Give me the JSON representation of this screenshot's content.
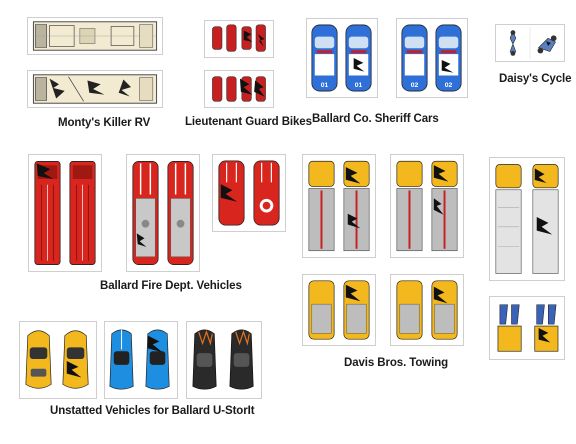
{
  "sheet": {
    "groups": [
      {
        "id": "rv",
        "label": "Monty's Killer RV"
      },
      {
        "id": "guard-bikes",
        "label": "Lieutenant Guard Bikes"
      },
      {
        "id": "sheriff",
        "label": "Ballard Co. Sheriff Cars",
        "unit_numbers": [
          "01",
          "01",
          "02",
          "02"
        ]
      },
      {
        "id": "cycle",
        "label": "Daisy's Cycle"
      },
      {
        "id": "fire",
        "label": "Ballard Fire Dept. Vehicles"
      },
      {
        "id": "towing",
        "label": "Davis Bros. Towing"
      },
      {
        "id": "ustorit",
        "label": "Unstatted Vehicles for Ballard U-StorIt"
      }
    ]
  },
  "colors": {
    "rv_body": "#f3ead2",
    "fire_red": "#d8261f",
    "sheriff_blue": "#2e6fd8",
    "tow_yellow": "#f2b81d",
    "cycle_blue": "#5a7fc0",
    "car_blue": "#1e8fe0",
    "car_black": "#2a2a2a",
    "card_border": "#cfcfcf"
  }
}
